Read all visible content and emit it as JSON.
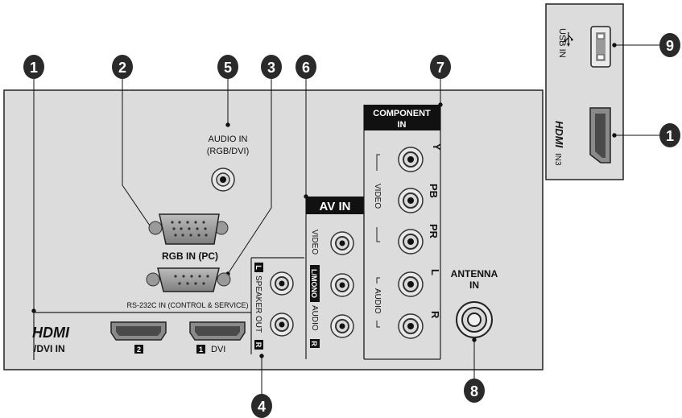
{
  "callouts": {
    "n1": "1",
    "n2": "2",
    "n3": "3",
    "n4": "4",
    "n5": "5",
    "n6": "6",
    "n7": "7",
    "n8": "8",
    "n9": "9",
    "n1b": "1"
  },
  "panel": {
    "audio_in_line1": "AUDIO IN",
    "audio_in_line2": "(RGB/DVI)",
    "rgb_in": "RGB IN (PC)",
    "rs232": "RS-232C IN (CONTROL & SERVICE)",
    "hdmi_logo": "HDMI",
    "hdmi_dvi": "/DVI IN",
    "hdmi2_num": "2",
    "hdmi1_num": "1",
    "dvi_label": "DVI",
    "speaker_l": "L",
    "speaker_text": "SPEAKER OUT",
    "speaker_r": "R",
    "av_in": "AV IN",
    "av_video": "VIDEO",
    "av_lmono": "L/MONO",
    "av_audio": "AUDIO",
    "av_r": "R",
    "component_line1": "COMPONENT",
    "component_line2": "IN",
    "comp_y": "Y",
    "comp_pb": "PB",
    "comp_pr": "PR",
    "comp_l": "L",
    "comp_r": "R",
    "comp_video": "VIDEO",
    "comp_audio": "AUDIO",
    "antenna_line1": "ANTENNA",
    "antenna_line2": "IN"
  },
  "side_panel": {
    "usb_in": "USB IN",
    "hdmi_logo": "HDMI",
    "hdmi_in3": "IN3"
  }
}
